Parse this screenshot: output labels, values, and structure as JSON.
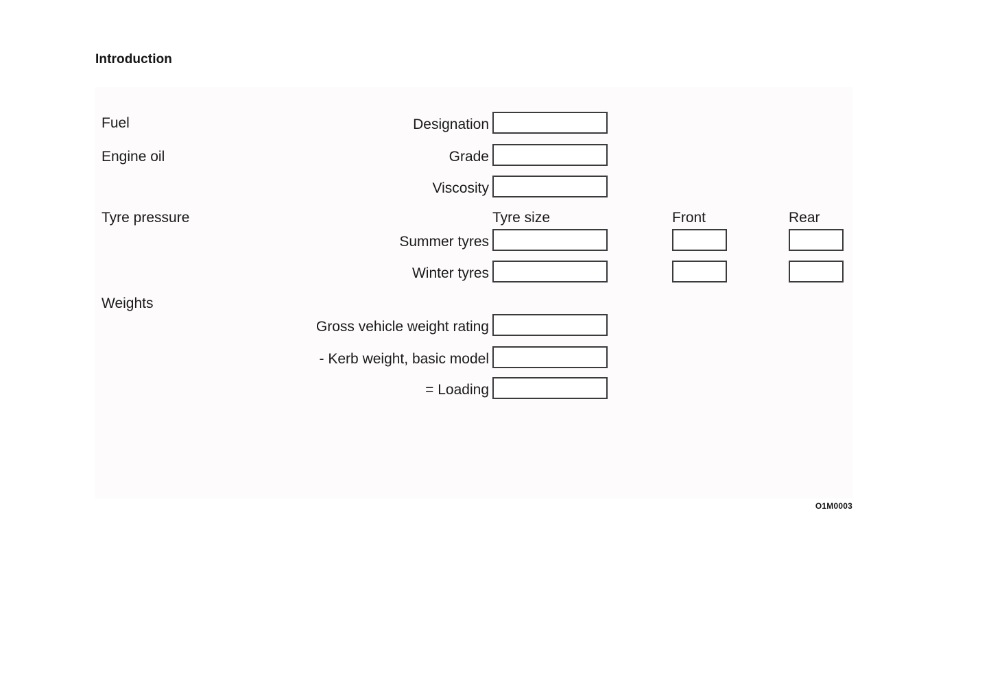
{
  "page": {
    "title": "Introduction",
    "reference_code": "O1M0003"
  },
  "sections": {
    "fuel": {
      "label": "Fuel",
      "rows": [
        {
          "label": "Designation",
          "value": ""
        }
      ]
    },
    "engine_oil": {
      "label": "Engine oil",
      "rows": [
        {
          "label": "Grade",
          "value": ""
        },
        {
          "label": "Viscosity",
          "value": ""
        }
      ]
    },
    "tyre_pressure": {
      "label": "Tyre pressure",
      "headers": {
        "size": "Tyre size",
        "front": "Front",
        "rear": "Rear"
      },
      "rows": [
        {
          "label": "Summer tyres",
          "size": "",
          "front": "",
          "rear": ""
        },
        {
          "label": "Winter tyres",
          "size": "",
          "front": "",
          "rear": ""
        }
      ]
    },
    "weights": {
      "label": "Weights",
      "rows": [
        {
          "label": "Gross vehicle weight rating",
          "value": ""
        },
        {
          "label": "- Kerb weight, basic model",
          "value": ""
        },
        {
          "label": "= Loading",
          "value": ""
        }
      ]
    }
  },
  "colors": {
    "panel_background": "#fdfbfc",
    "page_background": "#ffffff",
    "box_border": "#3a3a3f",
    "box_fill": "#ffffff",
    "text": "#1a1a1a"
  }
}
